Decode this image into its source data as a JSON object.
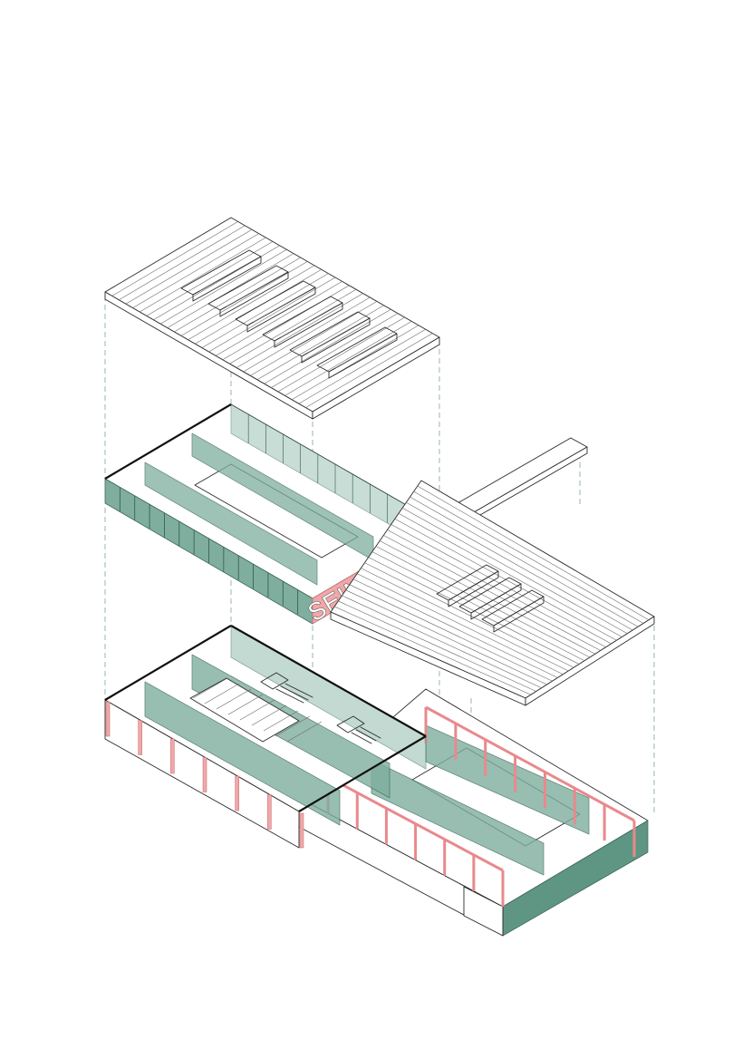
{
  "sign": {
    "text": "SEINTALA"
  },
  "colors": {
    "glazing_green": "#7fae9e",
    "glazing_green_dark": "#5f9683",
    "structure_pink": "#f1a7a9",
    "line": "#2a2a2a",
    "background": "#ffffff"
  },
  "layers": [
    "roof",
    "upper-floor",
    "extension-roof",
    "ground-floor"
  ]
}
